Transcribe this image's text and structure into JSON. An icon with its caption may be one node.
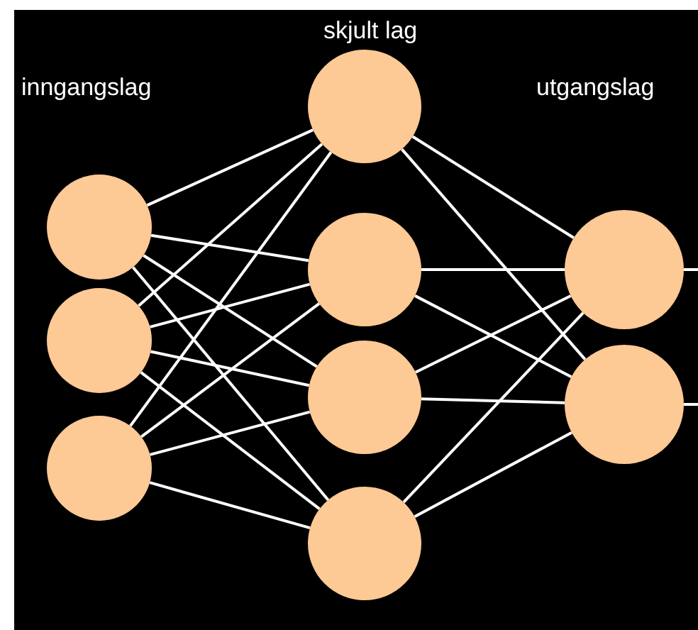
{
  "diagram": {
    "nodes": [
      {
        "text": [],
        "shape": "circle"
      },
      {
        "text": [],
        "shape": "circle"
      },
      {
        "text": [],
        "shape": "circle"
      },
      {
        "text": [],
        "shape": "circle"
      },
      {
        "text": [],
        "shape": "circle"
      },
      {
        "text": [],
        "shape": "circle"
      },
      {
        "text": [],
        "shape": "circle"
      },
      {
        "text": [],
        "shape": "circle"
      },
      {
        "text": [],
        "shape": "circle"
      }
    ],
    "edges": [
      {
        "from": 0,
        "to": 3,
        "arrow": "none"
      },
      {
        "from": 0,
        "to": 4,
        "arrow": "none"
      },
      {
        "from": 0,
        "to": 5,
        "arrow": "none"
      },
      {
        "from": 0,
        "to": 6,
        "arrow": "none"
      },
      {
        "from": 1,
        "to": 3,
        "arrow": "none"
      },
      {
        "from": 1,
        "to": 4,
        "arrow": "none"
      },
      {
        "from": 1,
        "to": 5,
        "arrow": "none"
      },
      {
        "from": 1,
        "to": 6,
        "arrow": "none"
      },
      {
        "from": 2,
        "to": 3,
        "arrow": "none"
      },
      {
        "from": 2,
        "to": 4,
        "arrow": "none"
      },
      {
        "from": 2,
        "to": 5,
        "arrow": "none"
      },
      {
        "from": 2,
        "to": 6,
        "arrow": "none"
      },
      {
        "from": 3,
        "to": 7,
        "arrow": "none"
      },
      {
        "from": 3,
        "to": 8,
        "arrow": "none"
      },
      {
        "from": 4,
        "to": 7,
        "arrow": "none"
      },
      {
        "from": 4,
        "to": 8,
        "arrow": "none"
      },
      {
        "from": 5,
        "to": 7,
        "arrow": "none"
      },
      {
        "from": 5,
        "to": 8,
        "arrow": "none"
      },
      {
        "from": 6,
        "to": 7,
        "arrow": "none"
      },
      {
        "from": 6,
        "to": 8,
        "arrow": "none"
      },
      {
        "from": 7,
        "to": null,
        "arrow": "none"
      },
      {
        "from": 8,
        "to": null,
        "arrow": "none"
      }
    ],
    "labels": [
      "skjult lag",
      "inngangslag",
      "utgangslag"
    ]
  }
}
